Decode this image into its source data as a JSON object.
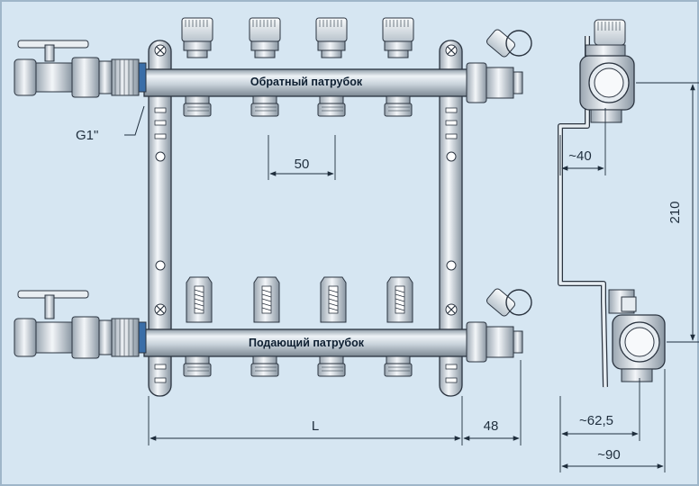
{
  "labels": {
    "return_pipe": "Обратный патрубок",
    "supply_pipe": "Подающий патрубок",
    "thread": "G1\""
  },
  "dimensions": {
    "spacing": "50",
    "length": "L",
    "end_offset": "48",
    "bracket_offset": "~40",
    "height": "210",
    "depth_small": "~62,5",
    "depth_total": "~90"
  },
  "colors": {
    "background": "#d6e6f2",
    "metal_light": "#f2f6f9",
    "metal_dark": "#7f8e99",
    "outline": "#2b3440",
    "dim_line": "#1f2e3d"
  }
}
